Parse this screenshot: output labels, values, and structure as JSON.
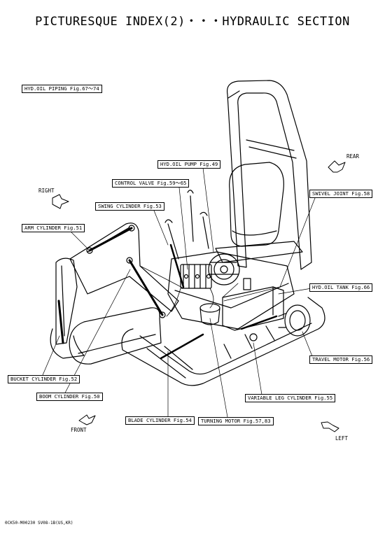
{
  "title": "PICTURESQUE INDEX(2)・・・HYDRAULIC SECTION",
  "callouts": {
    "hyd_oil_piping": "HYD.OIL PIPING Fig.67～74",
    "hyd_oil_pump": "HYD.OIL PUMP Fig.49",
    "control_valve": "CONTROL VALVE Fig.59～65",
    "swing_cylinder": "SWING CYLINDER Fig.53",
    "arm_cylinder": "ARM CYLINDER Fig.51",
    "swivel_joint": "SWIVEL JOINT Fig.58",
    "hyd_oil_tank": "HYD.OIL TANK Fig.66",
    "travel_motor": "TRAVEL MOTOR Fig.56",
    "bucket_cylinder": "BUCKET CYLINDER Fig.52",
    "boom_cylinder": "BOOM CYLINDER Fig.50",
    "variable_leg_cylinder": "VARIABLE LEG CYLINDER Fig.55",
    "blade_cylinder": "BLADE CYLINDER Fig.54",
    "turning_motor": "TURNING MOTOR Fig.57,83"
  },
  "directions": {
    "rear": "REAR",
    "right": "RIGHT",
    "front": "FRONT",
    "left": "LEFT"
  },
  "footer": "0CK50-M00230 SV08-1B(US,KR)"
}
